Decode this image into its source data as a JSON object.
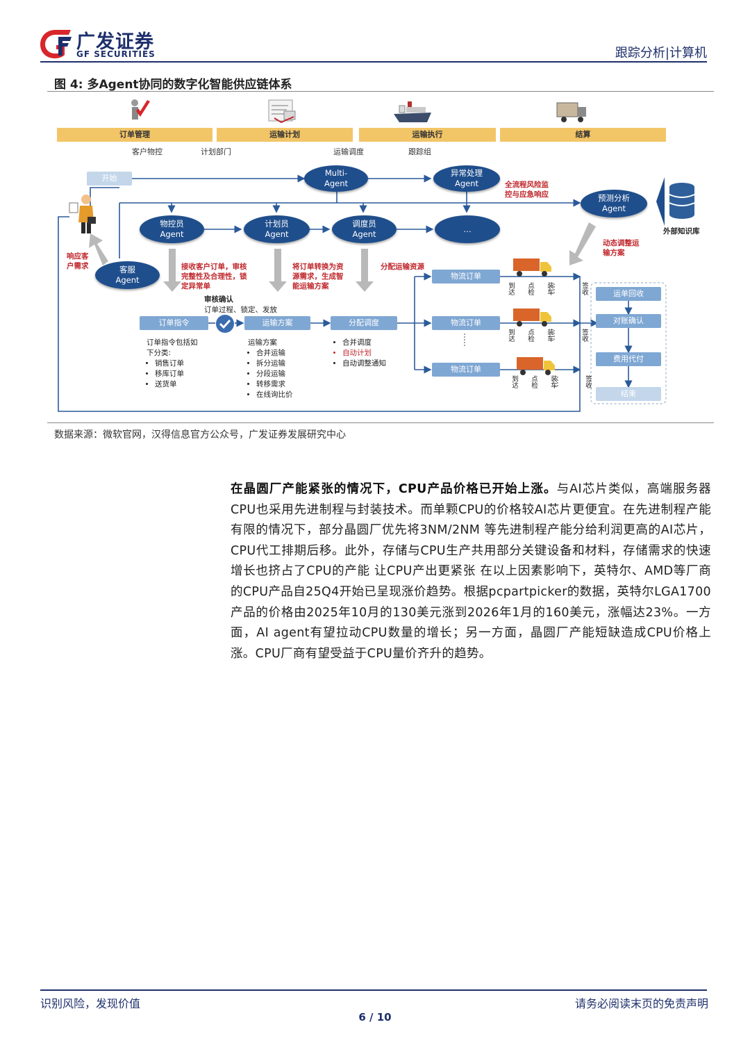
{
  "header": {
    "logo_cn": "广发证券",
    "logo_en": "GF SECURITIES",
    "section": "跟踪分析|计算机"
  },
  "figure": {
    "title": "图 4:  多Agent协同的数字化智能供应链体系",
    "bands": [
      "订单管理",
      "运输计划",
      "运输执行",
      "结算"
    ],
    "roles": [
      "客户物控",
      "计划部门",
      "运输调度",
      "跟踪组"
    ],
    "start": "开始",
    "end": "结束",
    "agents": {
      "multi": [
        "Multi-",
        "Agent"
      ],
      "exception": [
        "异常处理",
        "Agent"
      ],
      "forecast": [
        "预测分析",
        "Agent"
      ],
      "material": [
        "物控员",
        "Agent"
      ],
      "planner": [
        "计划员",
        "Agent"
      ],
      "dispatcher": [
        "调度员",
        "Agent"
      ],
      "ellipsis": "…",
      "customer": [
        "客服",
        "Agent"
      ]
    },
    "db_label": "外部知识库",
    "red_notes": {
      "risk": [
        "全流程风险监",
        "控与应急响应"
      ],
      "dynamic": [
        "动态调整运",
        "输方案"
      ],
      "respond": [
        "响应客",
        "户需求"
      ],
      "receive": [
        "接收客户订单，审核",
        "完整性及合理性，锁",
        "定异常单"
      ],
      "convert": [
        "将订单转换为资",
        "源需求，生成智",
        "能运输方案"
      ],
      "allocate": "分配运输资源"
    },
    "audit": [
      "审核确认",
      "订单过程、锁定、发放"
    ],
    "flow_boxes": [
      "订单指令",
      "运输方案",
      "分配调度"
    ],
    "logistics_orders": [
      "物流订单",
      "物流订单",
      "物流订单"
    ],
    "truck_steps": [
      "到达",
      "点检",
      "装车",
      "签收"
    ],
    "settle_boxes": [
      "运单回收",
      "对账确认",
      "费用代付"
    ],
    "order_types": {
      "intro": [
        "订单指令包括如",
        "下分类:"
      ],
      "items": [
        "销售订单",
        "移库订单",
        "送货单"
      ]
    },
    "transport_plan": {
      "intro": "运输方案",
      "items": [
        "合并运输",
        "拆分运输",
        "分段运输",
        "转移需求",
        "在线询比价"
      ]
    },
    "dispatch": {
      "items": [
        "合并调度",
        "自动计划",
        "自动调整通知"
      ]
    },
    "source": "数据来源：微软官网，汉得信息官方公众号，广发证券发展研究中心"
  },
  "body": {
    "lead": "在晶圆厂产能紧张的情况下，CPU产品价格已开始上涨。",
    "text": "与AI芯片类似，高端服务器CPU也采用先进制程与封装技术。而单颗CPU的价格较AI芯片更便宜。在先进制程产能有限的情况下，部分晶圆厂优先将3NM/2NM 等先进制程产能分给利润更高的AI芯片，CPU代工排期后移。此外，存储与CPU生产共用部分关键设备和材料，存储需求的快速增长也挤占了CPU的产能 让CPU产出更紧张 在以上因素影响下，英特尔、AMD等厂商的CPU产品自25Q4开始已呈现涨价趋势。根据pcpartpicker的数据，英特尔LGA1700产品的价格由2025年10月的130美元涨到2026年1月的160美元，涨幅达23%。一方面，AI agent有望拉动CPU数量的增长；另一方面，晶圆厂产能短缺造成CPU价格上涨。CPU厂商有望受益于CPU量价齐升的趋势。"
  },
  "footer": {
    "left": "识别风险，发现价值",
    "right": "请务必阅读末页的免责声明",
    "page": "6 / 10"
  },
  "colors": {
    "brand": "#1d2f6b",
    "logo_red": "#d8262b",
    "agent_blue": "#1f4e8c",
    "band_gold": "#f2c567",
    "note_red": "#c0282d",
    "box_blue": "#7fa7d3"
  }
}
